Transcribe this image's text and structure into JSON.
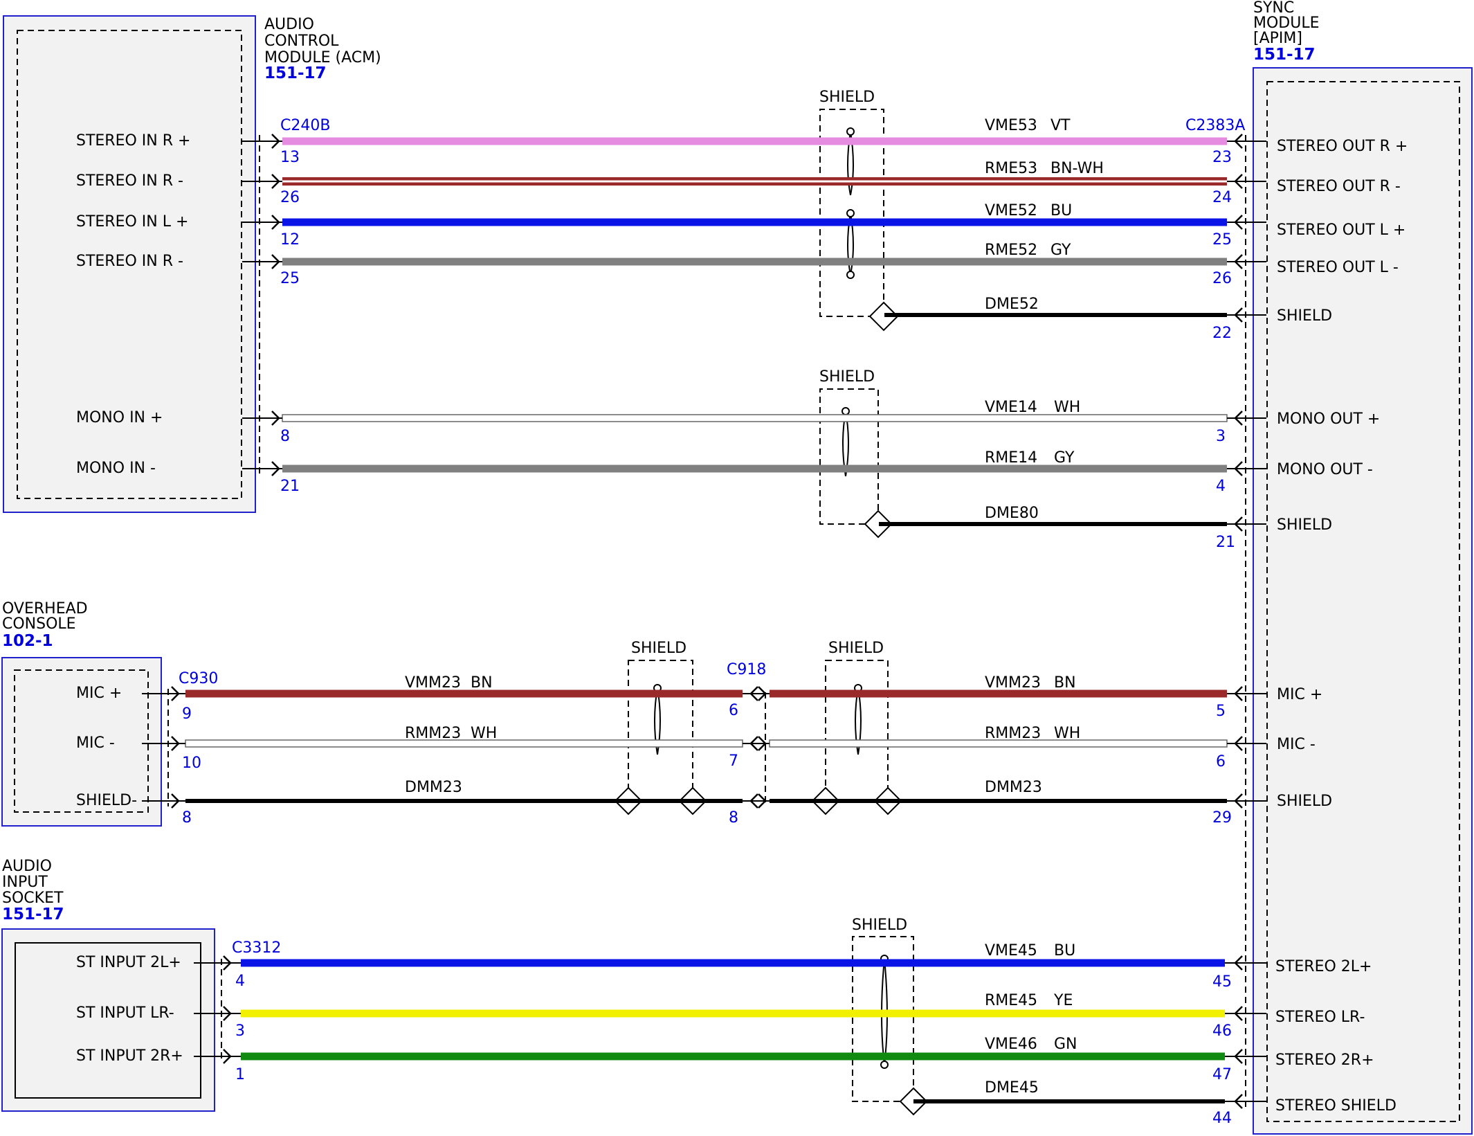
{
  "modules": {
    "acm": {
      "name_lines": [
        "AUDIO",
        "CONTROL",
        "MODULE (ACM)"
      ],
      "ref": "151-17",
      "connector": "C240B"
    },
    "sync": {
      "name_lines": [
        "SYNC",
        "MODULE",
        "[APIM]"
      ],
      "ref": "151-17",
      "connector": "C2383A"
    },
    "overhead": {
      "name_lines": [
        "OVERHEAD",
        "CONSOLE"
      ],
      "ref": "102-1",
      "connector": "C930"
    },
    "socket": {
      "name_lines": [
        "AUDIO",
        "INPUT",
        "SOCKET"
      ],
      "ref": "151-17",
      "connector": "C3312"
    },
    "inline_connector": "C918"
  },
  "shield_label": "SHIELD",
  "wires": [
    {
      "left_label": "STEREO IN R +",
      "left_pin": "13",
      "circuit": "VME53",
      "color_code": "VT",
      "right_pin": "23",
      "right_label": "STEREO OUT R +",
      "color": "#e58be0",
      "style": "solid"
    },
    {
      "left_label": "STEREO IN R -",
      "left_pin": "26",
      "circuit": "RME53",
      "color_code": "BN-WH",
      "right_pin": "24",
      "right_label": "STEREO OUT R -",
      "color": "#9a2a2a",
      "style": "striped"
    },
    {
      "left_label": "STEREO IN L +",
      "left_pin": "12",
      "circuit": "VME52",
      "color_code": "BU",
      "right_pin": "25",
      "right_label": "STEREO OUT L +",
      "color": "#0a14e6",
      "style": "solid"
    },
    {
      "left_label": "STEREO IN R -",
      "left_pin": "25",
      "circuit": "RME52",
      "color_code": "GY",
      "right_pin": "26",
      "right_label": "STEREO OUT L -",
      "color": "#808080",
      "style": "solid"
    },
    {
      "left_label": "",
      "left_pin": "",
      "circuit": "DME52",
      "color_code": "",
      "right_pin": "22",
      "right_label": "SHIELD",
      "color": "#000000",
      "style": "drain"
    },
    {
      "left_label": "MONO IN +",
      "left_pin": "8",
      "circuit": "VME14",
      "color_code": "WH",
      "right_pin": "3",
      "right_label": "MONO OUT +",
      "color": "#ffffff",
      "style": "white"
    },
    {
      "left_label": "MONO IN -",
      "left_pin": "21",
      "circuit": "RME14",
      "color_code": "GY",
      "right_pin": "4",
      "right_label": "MONO OUT -",
      "color": "#808080",
      "style": "solid"
    },
    {
      "left_label": "",
      "left_pin": "",
      "circuit": "DME80",
      "color_code": "",
      "right_pin": "21",
      "right_label": "SHIELD",
      "color": "#000000",
      "style": "drain"
    },
    {
      "left_label": "MIC +",
      "left_pin": "9",
      "circuit": "VMM23",
      "color_code": "BN",
      "right_pin": "5",
      "right_label": "MIC +",
      "color": "#9a2a2a",
      "style": "solid",
      "mid_pin": "6"
    },
    {
      "left_label": "MIC -",
      "left_pin": "10",
      "circuit": "RMM23",
      "color_code": "WH",
      "right_pin": "6",
      "right_label": "MIC -",
      "color": "#ffffff",
      "style": "white",
      "mid_pin": "7"
    },
    {
      "left_label": "SHIELD-",
      "left_pin": "8",
      "circuit": "DMM23",
      "color_code": "",
      "right_pin": "29",
      "right_label": "SHIELD",
      "color": "#000000",
      "style": "drain",
      "mid_pin": "8"
    },
    {
      "left_label": "ST INPUT 2L+",
      "left_pin": "4",
      "circuit": "VME45",
      "color_code": "BU",
      "right_pin": "45",
      "right_label": "STEREO 2L+",
      "color": "#0a14e6",
      "style": "solid"
    },
    {
      "left_label": "ST INPUT LR-",
      "left_pin": "3",
      "circuit": "RME45",
      "color_code": "YE",
      "right_pin": "46",
      "right_label": "STEREO LR-",
      "color": "#f0f000",
      "style": "solid"
    },
    {
      "left_label": "ST INPUT 2R+",
      "left_pin": "1",
      "circuit": "VME46",
      "color_code": "GN",
      "right_pin": "47",
      "right_label": "STEREO 2R+",
      "color": "#108a10",
      "style": "solid"
    },
    {
      "left_label": "",
      "left_pin": "",
      "circuit": "DME45",
      "color_code": "",
      "right_pin": "44",
      "right_label": "STEREO SHIELD",
      "color": "#000000",
      "style": "drain"
    }
  ]
}
